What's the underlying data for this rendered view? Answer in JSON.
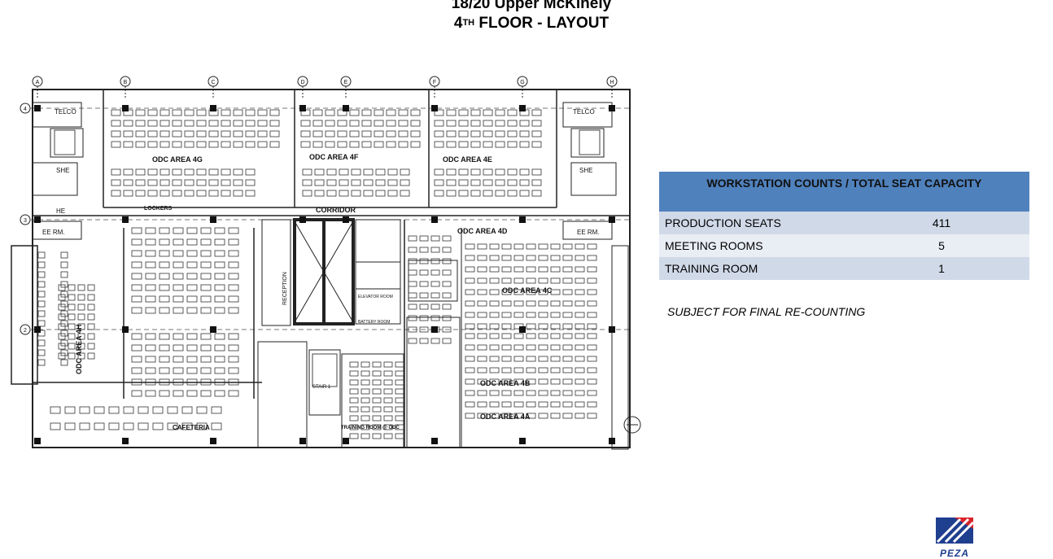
{
  "header": {
    "title_line1": "18/20 Upper McKinely",
    "title_line2_prefix": "4",
    "title_line2_sup": "TH",
    "title_line2_rest": " FLOOR - LAYOUT"
  },
  "floorplan": {
    "grid_columns": [
      "A",
      "B",
      "C",
      "D",
      "E",
      "F",
      "G",
      "H"
    ],
    "grid_rows": [
      "4",
      "3",
      "2"
    ],
    "labels": {
      "telco_left": "TELCO",
      "telco_right": "TELCO",
      "she_left": "SHE",
      "she_right": "SHE",
      "he": "HE",
      "ee_left": "EE RM.",
      "ee_right": "EE RM.",
      "odc_4g": "ODC AREA 4G",
      "odc_4f": "ODC AREA 4F",
      "odc_4e": "ODC AREA 4E",
      "odc_4d": "ODC AREA 4D",
      "odc_4c": "ODC AREA 4C",
      "odc_4b": "ODC AREA 4B",
      "odc_4a": "ODC AREA 4A",
      "odc_4h": "ODC AREA 4H",
      "corridor": "CORRIDOR",
      "lockers": "LOCKERS",
      "reception": "RECEPTION",
      "cafeteria": "CAFETERIA",
      "training": "TRAINING ROOM @ ODC",
      "stair": "STAIR 1",
      "battery": "BATTERY ROOM",
      "elevator_machine": "ELEVATOR ROOM"
    }
  },
  "capacity_table": {
    "header": "WORKSTATION COUNTS / TOTAL SEAT CAPACITY",
    "rows": [
      {
        "label": "PRODUCTION SEATS",
        "value": "411"
      },
      {
        "label": "MEETING ROOMS",
        "value": "5"
      },
      {
        "label": "TRAINING ROOM",
        "value": "1"
      }
    ],
    "colors": {
      "header_bg": "#4f81bd",
      "row_dark": "#d0d9e8",
      "row_light": "#e9edf4"
    }
  },
  "note": "SUBJECT FOR FINAL RE-COUNTING",
  "logo": {
    "word": "PEZA",
    "colors": {
      "blue": "#1f3f8f",
      "red": "#d9252b"
    }
  }
}
